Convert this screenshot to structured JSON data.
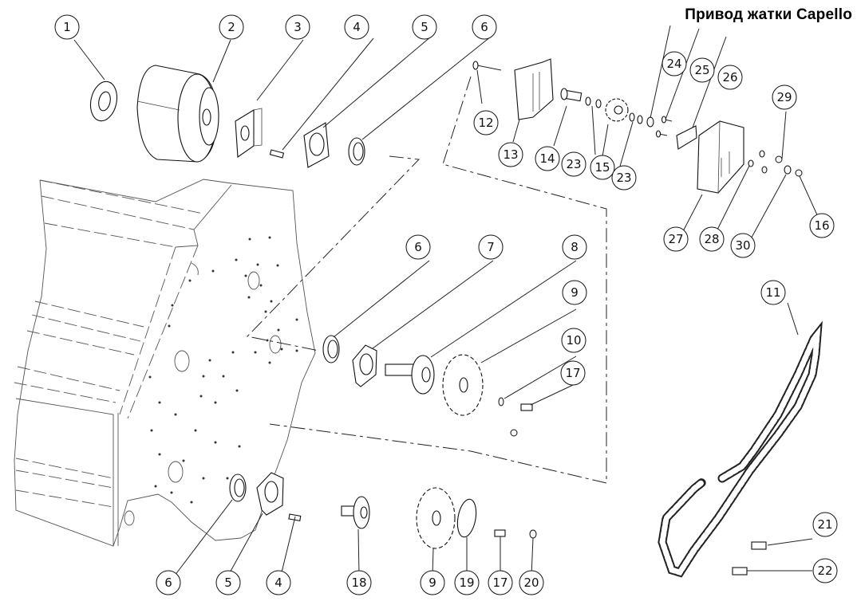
{
  "title": "Привод жатки Capello",
  "balloons": {
    "b1": "1",
    "b2": "2",
    "b3": "3",
    "b4a": "4",
    "b5a": "5",
    "b6a": "6",
    "b6b": "6",
    "b7": "7",
    "b8": "8",
    "b9a": "9",
    "b10": "10",
    "b17a": "17",
    "b11": "11",
    "b12": "12",
    "b13": "13",
    "b14": "14",
    "b23a": "23",
    "b15": "15",
    "b23b": "23",
    "b24": "24",
    "b25": "25",
    "b26": "26",
    "b27": "27",
    "b28": "28",
    "b29": "29",
    "b30": "30",
    "b16": "16",
    "b6c": "6",
    "b5b": "5",
    "b4b": "4",
    "b18": "18",
    "b9b": "9",
    "b19": "19",
    "b17b": "17",
    "b20": "20",
    "b21": "21",
    "b22": "22"
  }
}
